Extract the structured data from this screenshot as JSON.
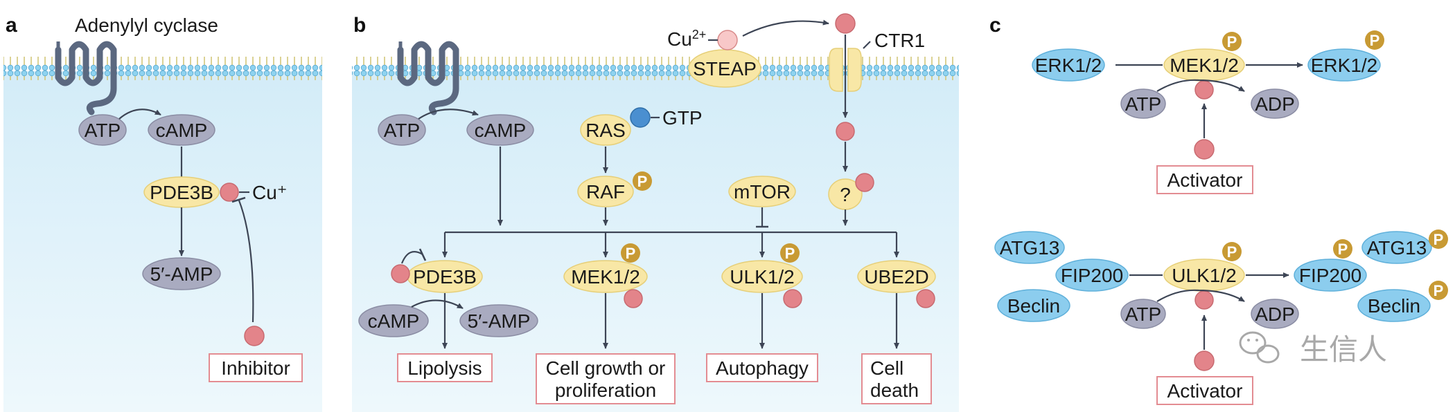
{
  "panels": {
    "a": "a",
    "b": "b",
    "c": "c"
  },
  "colors": {
    "cytoplasm_top": "#d3ecf8",
    "cytoplasm_bottom": "#eef8fc",
    "membrane_head": "#8fd3f0",
    "receptor": "#5b6880",
    "yellow_node": "#f8e7a6",
    "gray_node": "#a9abc0",
    "blue_node": "#8ccdee",
    "copper_ion": "#e3848a",
    "phospho": "#c89a34",
    "outcome_border": "#e38c92",
    "arrow": "#3d4555"
  },
  "phospho_label": "P",
  "panel_a": {
    "enzyme_label": "Adenylyl cyclase",
    "atp": "ATP",
    "camp": "cAMP",
    "pde3b": "PDE3B",
    "cu_ion": "Cu⁺",
    "amp": "5′-AMP",
    "inhibitor": "Inhibitor"
  },
  "panel_b": {
    "cu2_base": "Cu",
    "cu2_sup": "2+",
    "steap": "STEAP",
    "ctr1": "CTR1",
    "atp": "ATP",
    "camp": "cAMP",
    "ras": "RAS",
    "gtp": "GTP",
    "raf": "RAF",
    "mtor": "mTOR",
    "unknown": "?",
    "pde3b": "PDE3B",
    "mek": "MEK1/2",
    "ulk": "ULK1/2",
    "ube2d": "UBE2D",
    "camp2": "cAMP",
    "amp": "5′-AMP",
    "lipolysis": "Lipolysis",
    "growth_line1": "Cell growth or",
    "growth_line2": "proliferation",
    "autophagy": "Autophagy",
    "death_line1": "Cell",
    "death_line2": "death"
  },
  "panel_c_top": {
    "erk_in": "ERK1/2",
    "mek": "MEK1/2",
    "erk_out": "ERK1/2",
    "atp": "ATP",
    "adp": "ADP",
    "activator": "Activator"
  },
  "panel_c_bottom": {
    "atg13_in": "ATG13",
    "fip200_in": "FIP200",
    "beclin_in": "Beclin",
    "ulk": "ULK1/2",
    "fip200_out": "FIP200",
    "atg13_out": "ATG13",
    "beclin_out": "Beclin",
    "atp": "ATP",
    "adp": "ADP",
    "activator": "Activator"
  },
  "watermark": "生信人"
}
